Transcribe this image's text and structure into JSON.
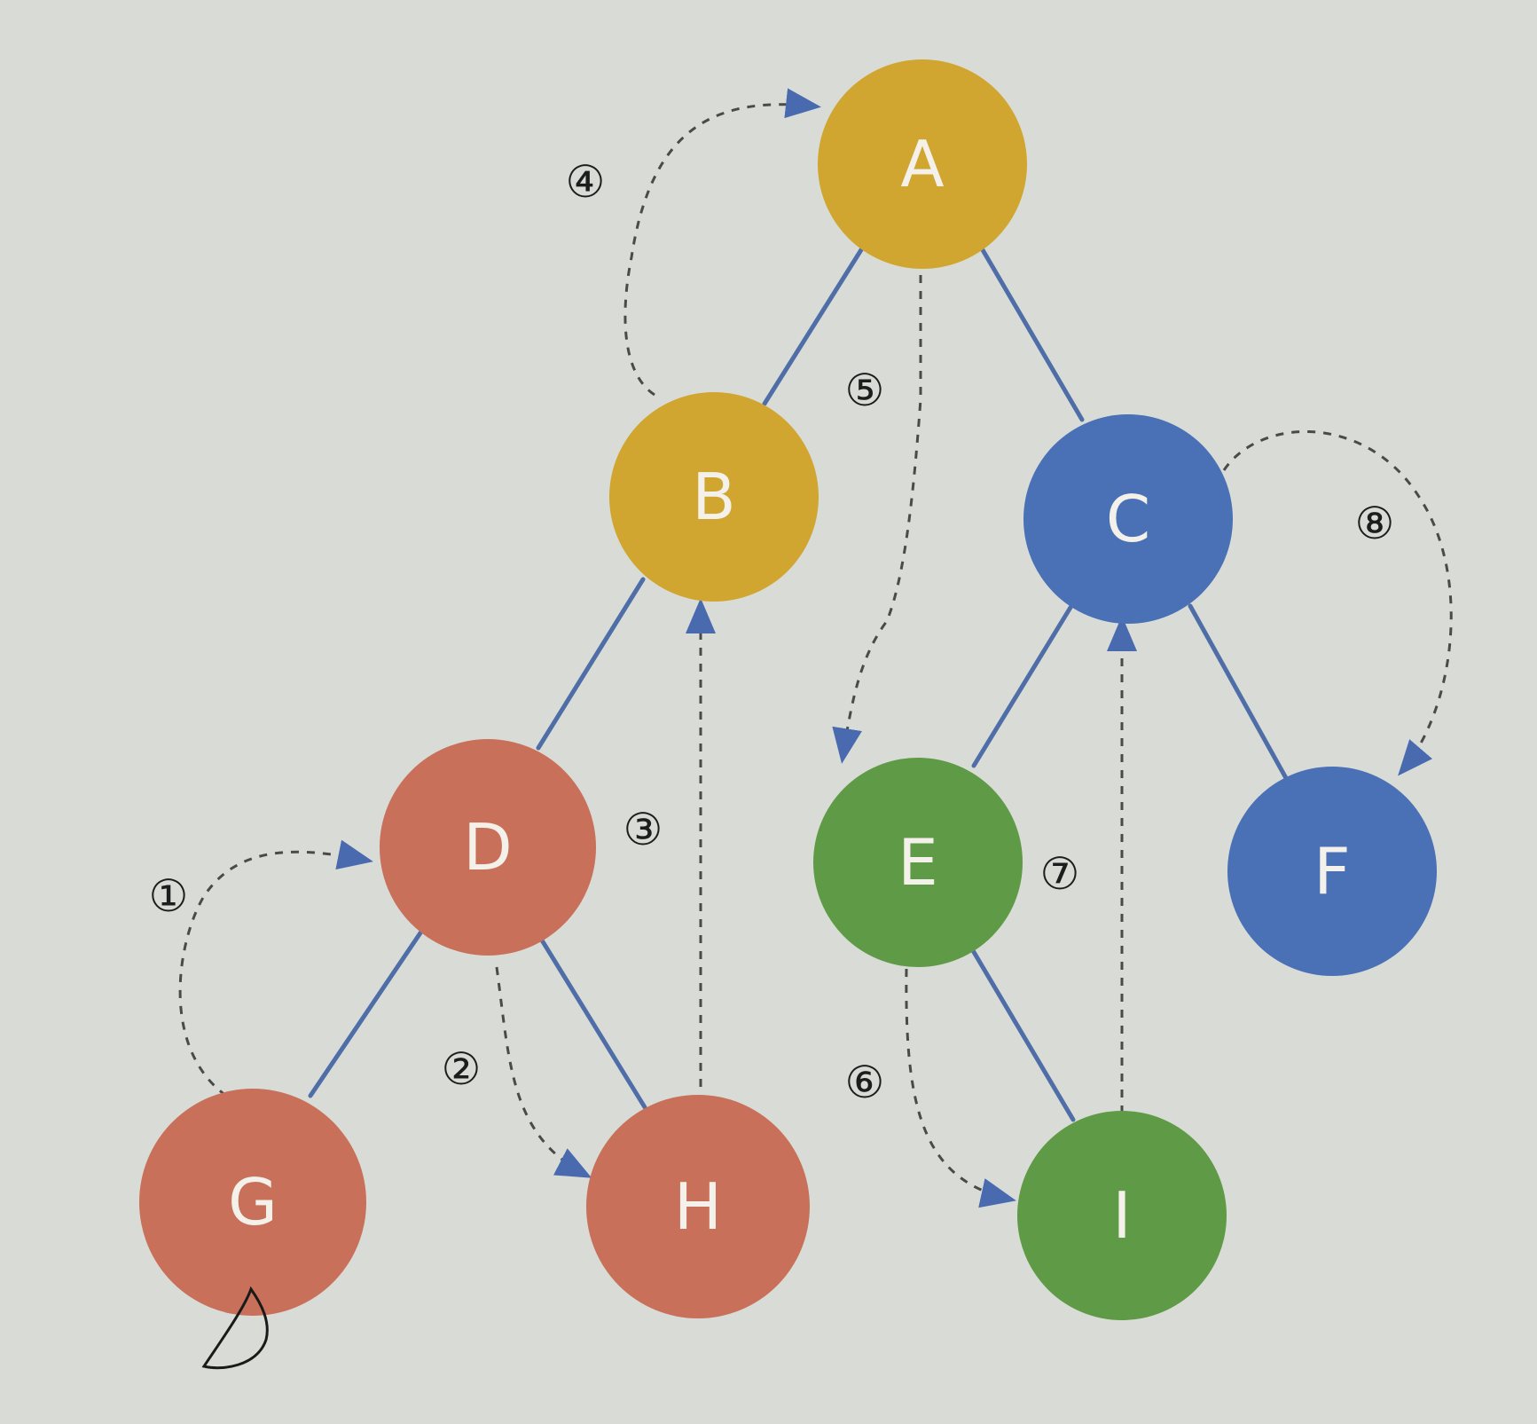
{
  "colors": {
    "background": "#d9dcd6",
    "edge": "#4f6ea8",
    "arrow": "#4a6ab0",
    "dashed": "#4a4a4a",
    "node_A": "#d0a530",
    "node_B": "#d0a530",
    "node_C": "#4a70b5",
    "node_F": "#4a70b5",
    "node_D": "#c8705a",
    "node_G": "#c8705a",
    "node_H": "#c8705a",
    "node_E": "#5f9a46",
    "node_I": "#5f9a46",
    "node_text": "#f4f1ea"
  },
  "tree": {
    "nodes": [
      {
        "id": "A",
        "label": "A"
      },
      {
        "id": "B",
        "label": "B"
      },
      {
        "id": "C",
        "label": "C"
      },
      {
        "id": "D",
        "label": "D"
      },
      {
        "id": "E",
        "label": "E"
      },
      {
        "id": "F",
        "label": "F"
      },
      {
        "id": "G",
        "label": "G"
      },
      {
        "id": "H",
        "label": "H"
      },
      {
        "id": "I",
        "label": "I"
      }
    ],
    "edges": [
      {
        "from": "A",
        "to": "B"
      },
      {
        "from": "A",
        "to": "C"
      },
      {
        "from": "B",
        "to": "D"
      },
      {
        "from": "C",
        "to": "E"
      },
      {
        "from": "C",
        "to": "F"
      },
      {
        "from": "D",
        "to": "G"
      },
      {
        "from": "D",
        "to": "H"
      },
      {
        "from": "E",
        "to": "I"
      }
    ]
  },
  "traversal_steps": [
    {
      "label": "①",
      "from": "G",
      "to": "D"
    },
    {
      "label": "②",
      "from": "D",
      "to": "H"
    },
    {
      "label": "③",
      "from": "H",
      "to": "B"
    },
    {
      "label": "④",
      "from": "B",
      "to": "A"
    },
    {
      "label": "⑤",
      "from": "A",
      "to": "E"
    },
    {
      "label": "⑥",
      "from": "E",
      "to": "I"
    },
    {
      "label": "⑦",
      "from": "I",
      "to": "C"
    },
    {
      "label": "⑧",
      "from": "C",
      "to": "F"
    }
  ]
}
